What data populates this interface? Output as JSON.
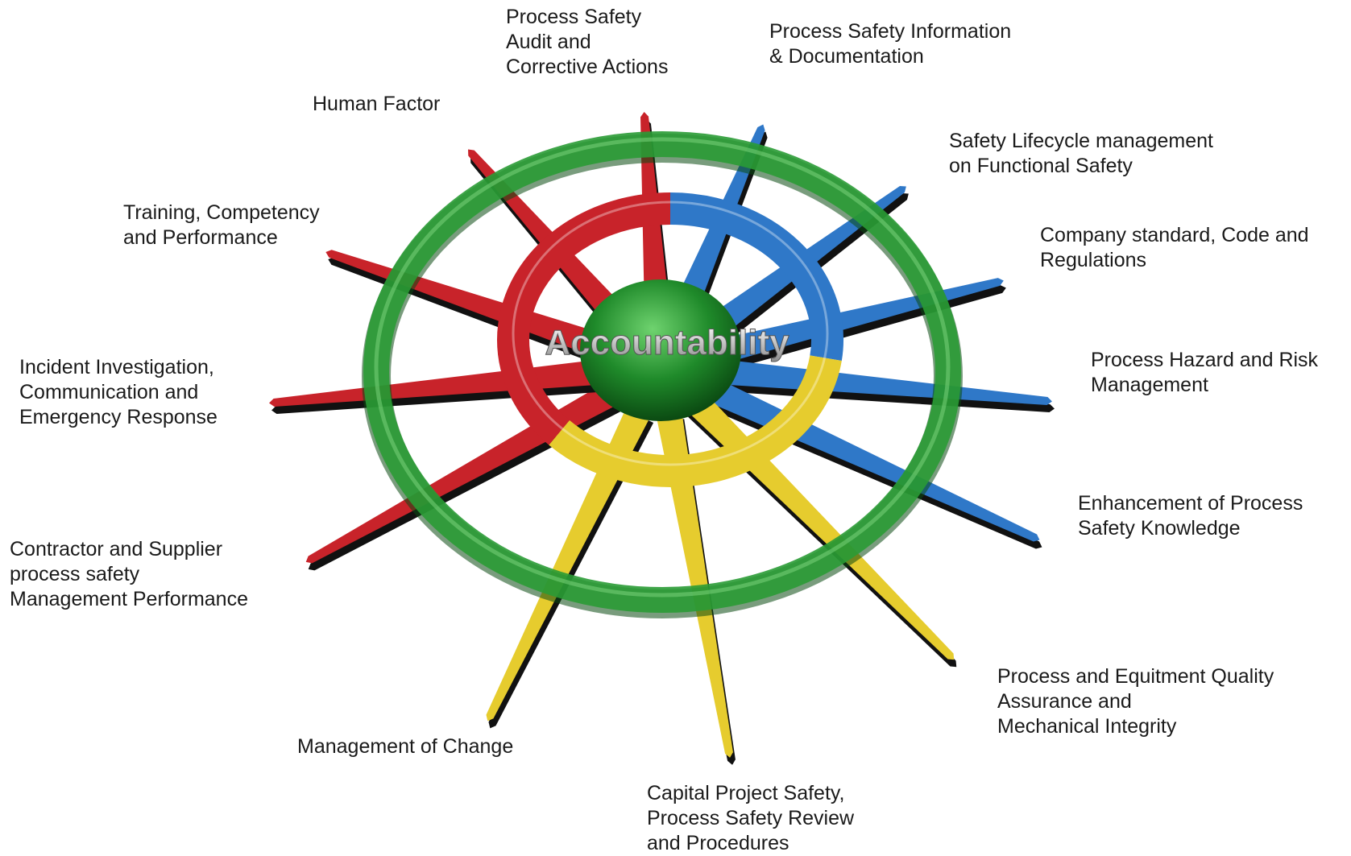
{
  "center_label": "Accountability",
  "colors": {
    "outer_ring": "#2a9b35",
    "hub": "#1f8a2a",
    "red": "#c8232a",
    "blue": "#2f78c8",
    "yellow": "#e6cc2e",
    "spoke_shadow": "#111111"
  },
  "elements": [
    {
      "label": "Process Safety\nAudit and\nCorrective Actions",
      "group": "red"
    },
    {
      "label": "Process Safety Information\n& Documentation",
      "group": "blue"
    },
    {
      "label": "Safety Lifecycle management\non Functional Safety",
      "group": "blue"
    },
    {
      "label": "Company standard, Code and\nRegulations",
      "group": "blue"
    },
    {
      "label": "Process Hazard and Risk\nManagement",
      "group": "blue"
    },
    {
      "label": "Enhancement of Process\nSafety Knowledge",
      "group": "blue"
    },
    {
      "label": "Process and Equitment Quality\nAssurance and\nMechanical Integrity",
      "group": "yellow"
    },
    {
      "label": "Capital Project Safety,\nProcess Safety Review\nand Procedures",
      "group": "yellow"
    },
    {
      "label": "Management of Change",
      "group": "yellow"
    },
    {
      "label": "Contractor and Supplier\nprocess safety\nManagement Performance",
      "group": "red"
    },
    {
      "label": "Incident Investigation,\nCommunication and\nEmergency Response",
      "group": "red"
    },
    {
      "label": "Training, Competency\nand Performance",
      "group": "red"
    },
    {
      "label": "Human Factor",
      "group": "red"
    }
  ]
}
